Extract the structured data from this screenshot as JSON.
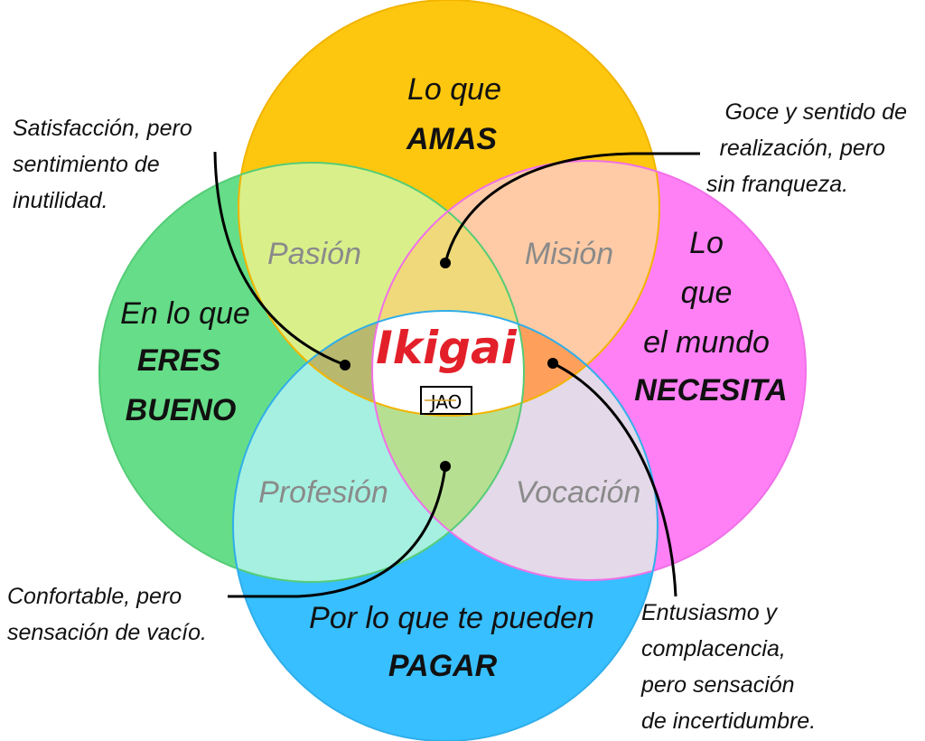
{
  "colors": {
    "yellow": "#FDC70F",
    "green": "#66DD88",
    "pink": "#FF80F5",
    "blue": "#38BFFF",
    "logo_red": "#E3202A"
  },
  "circles": {
    "love": {
      "line1": "Lo que",
      "line2": "AMAS"
    },
    "good": {
      "line1": "En lo que",
      "line2": "ERES",
      "line3": "BUENO"
    },
    "world": {
      "line1": "Lo",
      "line2": "que",
      "line3": "el mundo",
      "line4": "NECESITA"
    },
    "paid": {
      "line1": "Por lo que te pueden",
      "line2": "PAGAR"
    }
  },
  "regions": {
    "passion": "Pasión",
    "mission": "Misión",
    "profession": "Profesión",
    "vocation": "Vocación"
  },
  "center": {
    "title": "Ikigai",
    "logo": "JAO"
  },
  "annotations": {
    "satisfaction": [
      "Satisfacción, pero",
      "sentimiento de",
      "inutilidad."
    ],
    "joy": [
      "Goce y sentido de",
      "realización, pero",
      "sin franqueza."
    ],
    "comfortable": [
      "Confortable, pero",
      "sensación de vacío."
    ],
    "enthusiasm": [
      "Entusiasmo y",
      "complacencia,",
      "pero sensación",
      "de incertidumbre."
    ]
  }
}
